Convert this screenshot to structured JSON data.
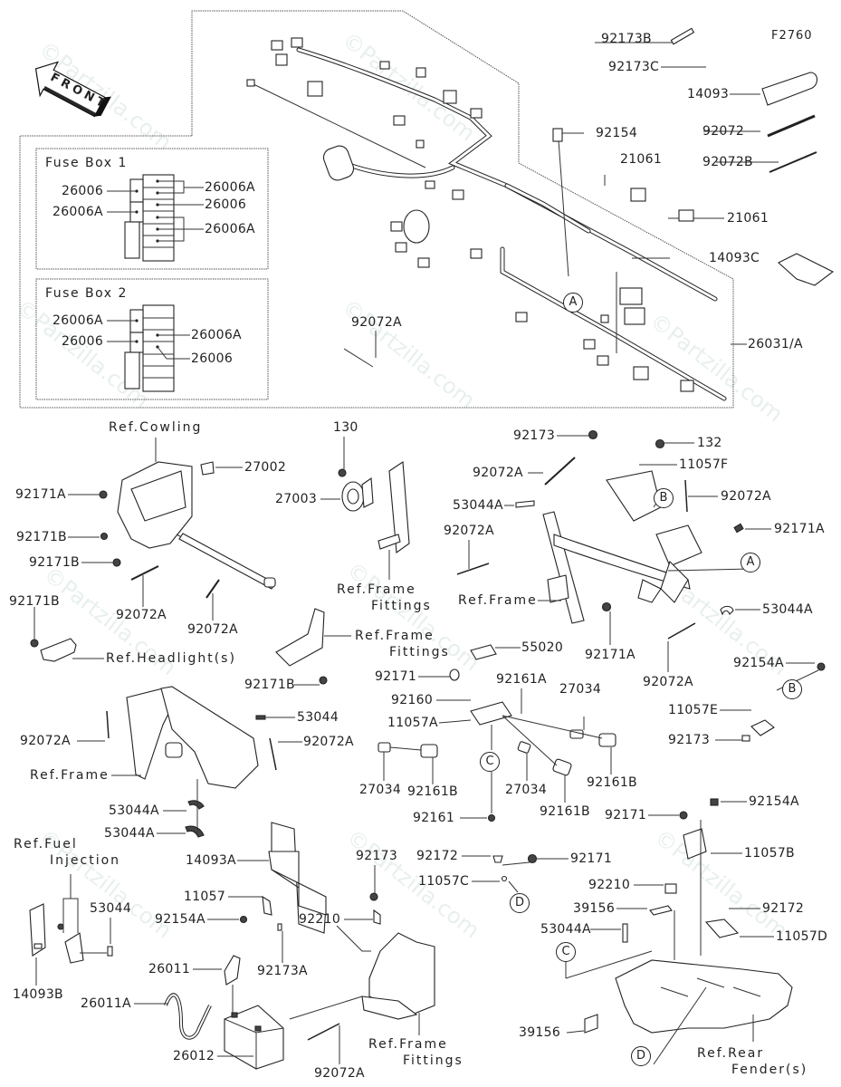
{
  "diagram": {
    "code": "F2760",
    "front_arrow": "FRONT",
    "watermark": "©Partzilla.com",
    "fuse_box_1": {
      "title": "Fuse Box 1",
      "left_labels": [
        "26006",
        "26006A"
      ],
      "right_labels": [
        "26006A",
        "26006",
        "26006A"
      ]
    },
    "fuse_box_2": {
      "title": "Fuse Box 2",
      "left_labels": [
        "26006A",
        "26006"
      ],
      "right_labels": [
        "26006A",
        "26006"
      ]
    },
    "harness_section": {
      "labels": [
        "92173B",
        "92173C",
        "14093",
        "92154",
        "92072",
        "21061",
        "92072B",
        "21061",
        "14093C",
        "92072A",
        "26031/A"
      ],
      "callouts": [
        "A"
      ]
    },
    "cowling_section": {
      "ref_cowling": "Ref.Cowling",
      "labels": [
        "27002",
        "92171A",
        "92171B",
        "92171B",
        "92072A",
        "92072A",
        "92171B"
      ],
      "ref_headlight": "Ref.Headlight(s)"
    },
    "horn_section": {
      "labels": [
        "130",
        "27003",
        "92171B"
      ],
      "ref_frame_fittings_1": [
        "Ref.Frame",
        "Fittings"
      ],
      "ref_frame_fittings_2": [
        "Ref.Frame",
        "Fittings"
      ]
    },
    "frame_section": {
      "labels": [
        "92173",
        "132",
        "92072A",
        "11057F",
        "53044A",
        "92072A",
        "92171A",
        "92072A",
        "92171A",
        "53044A",
        "92072A"
      ],
      "ref_frame": "Ref.Frame",
      "callouts": [
        "B",
        "A"
      ]
    },
    "bracket_b": {
      "labels": [
        "92154A",
        "11057E",
        "92173"
      ],
      "callouts": [
        "B"
      ]
    },
    "relay_section": {
      "labels": [
        "55020",
        "92171",
        "92160",
        "92161A",
        "27034",
        "11057A",
        "27034",
        "92161B",
        "27034",
        "92161B",
        "92161B",
        "92161"
      ],
      "callouts": [
        "C"
      ]
    },
    "lower_frame_section": {
      "labels": [
        "53044",
        "92072A",
        "92072A",
        "53044A",
        "53044A"
      ],
      "ref_frame": "Ref.Frame"
    },
    "fuel_injection_section": {
      "ref_fuel_injection": [
        "Ref.Fuel",
        "Injection"
      ],
      "labels": [
        "53044",
        "14093B"
      ]
    },
    "battery_section": {
      "labels": [
        "14093A",
        "11057",
        "92154A",
        "92173A",
        "92210",
        "92173",
        "26011",
        "26011A",
        "26012",
        "92072A"
      ],
      "ref_frame_fittings": [
        "Ref.Frame",
        "Fittings"
      ]
    },
    "bracket_d": {
      "labels": [
        "92172",
        "92171",
        "11057C"
      ],
      "callouts": [
        "D"
      ]
    },
    "rear_fender_section": {
      "labels": [
        "92171",
        "92154A",
        "11057B",
        "92210",
        "39156",
        "92172",
        "53044A",
        "11057D",
        "39156"
      ],
      "callouts": [
        "C",
        "D"
      ],
      "ref_rear_fender": [
        "Ref.Rear",
        "Fender(s)"
      ]
    }
  }
}
